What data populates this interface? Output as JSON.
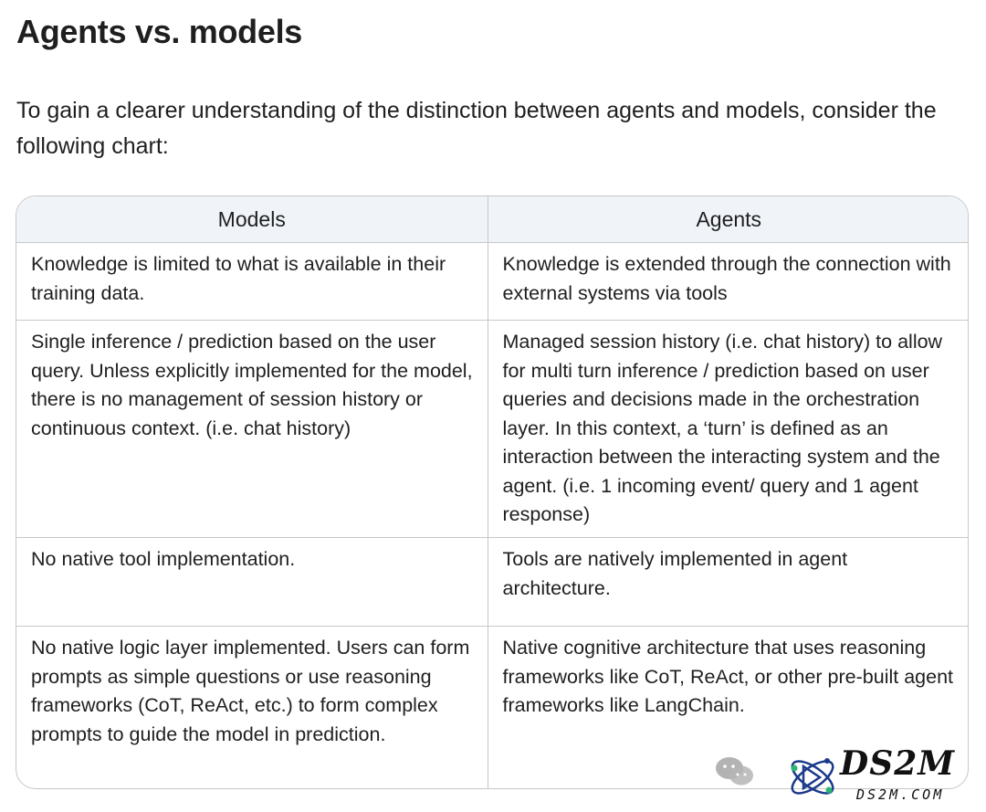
{
  "heading": "Agents vs. models",
  "intro": "To gain a clearer understanding of the distinction between agents and models, consider the following chart:",
  "table": {
    "headers": [
      "Models",
      "Agents"
    ],
    "rows": [
      [
        "Knowledge is limited to what is available in their training data.",
        "Knowledge is extended through the connection with external systems via tools"
      ],
      [
        "Single inference / prediction based on the user query. Unless explicitly implemented for the model, there is no management of session history or continuous context. (i.e. chat history)",
        "Managed session history (i.e. chat history) to allow for multi turn inference / prediction based on user queries and decisions made in the orchestration layer. In this context, a ‘turn’ is defined as an interaction between the interacting system and the agent. (i.e. 1 incoming event/ query and 1 agent response)"
      ],
      [
        "No native tool implementation.",
        "Tools are natively implemented in agent architecture."
      ],
      [
        "No native logic layer implemented. Users can form prompts as simple questions or use reasoning frameworks (CoT, ReAct, etc.) to form complex prompts to guide the model in prediction.",
        "Native cognitive architecture that uses reasoning frameworks like CoT, ReAct, or other pre-built agent frameworks like LangChain."
      ]
    ]
  },
  "watermark": {
    "brand": "DS2M",
    "url": "DS2M.COM",
    "chat_icon": "wechat-icon",
    "logo_icon": "atom-logo-icon"
  }
}
